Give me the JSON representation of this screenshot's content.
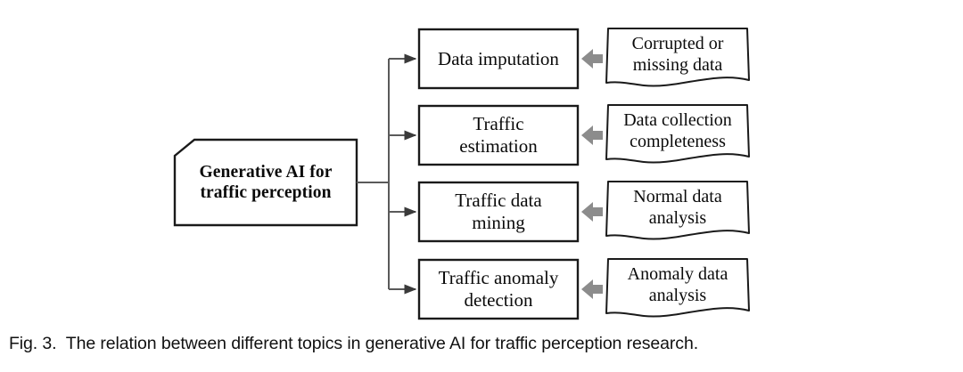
{
  "figure": {
    "caption": "Fig. 3.  The relation between different topics in generative AI for traffic perception research.",
    "background_color": "#ffffff",
    "line_color": "#1a1a1a",
    "connector_color": "#5a5a5a",
    "block_arrow_color": "#8c8c8c",
    "text_color": "#0a0a0a"
  },
  "root": {
    "label": "Generative AI for\ntraffic perception",
    "shape": "cut-corner-rectangle"
  },
  "rows": [
    {
      "topic": "Data imputation",
      "source": "Corrupted or\nmissing data",
      "topic_shape": "rectangle",
      "source_shape": "document",
      "connector_icon": "arrow-right-icon",
      "block_arrow_icon": "block-arrow-left-icon"
    },
    {
      "topic": "Traffic\nestimation",
      "source": "Data collection\ncompleteness",
      "topic_shape": "rectangle",
      "source_shape": "document",
      "connector_icon": "arrow-right-icon",
      "block_arrow_icon": "block-arrow-left-icon"
    },
    {
      "topic": "Traffic data\nmining",
      "source": "Normal data\nanalysis",
      "topic_shape": "rectangle",
      "source_shape": "document",
      "connector_icon": "arrow-right-icon",
      "block_arrow_icon": "block-arrow-left-icon"
    },
    {
      "topic": "Traffic anomaly\ndetection",
      "source": "Anomaly data\nanalysis",
      "topic_shape": "rectangle",
      "source_shape": "document",
      "connector_icon": "arrow-right-icon",
      "block_arrow_icon": "block-arrow-left-icon"
    }
  ]
}
